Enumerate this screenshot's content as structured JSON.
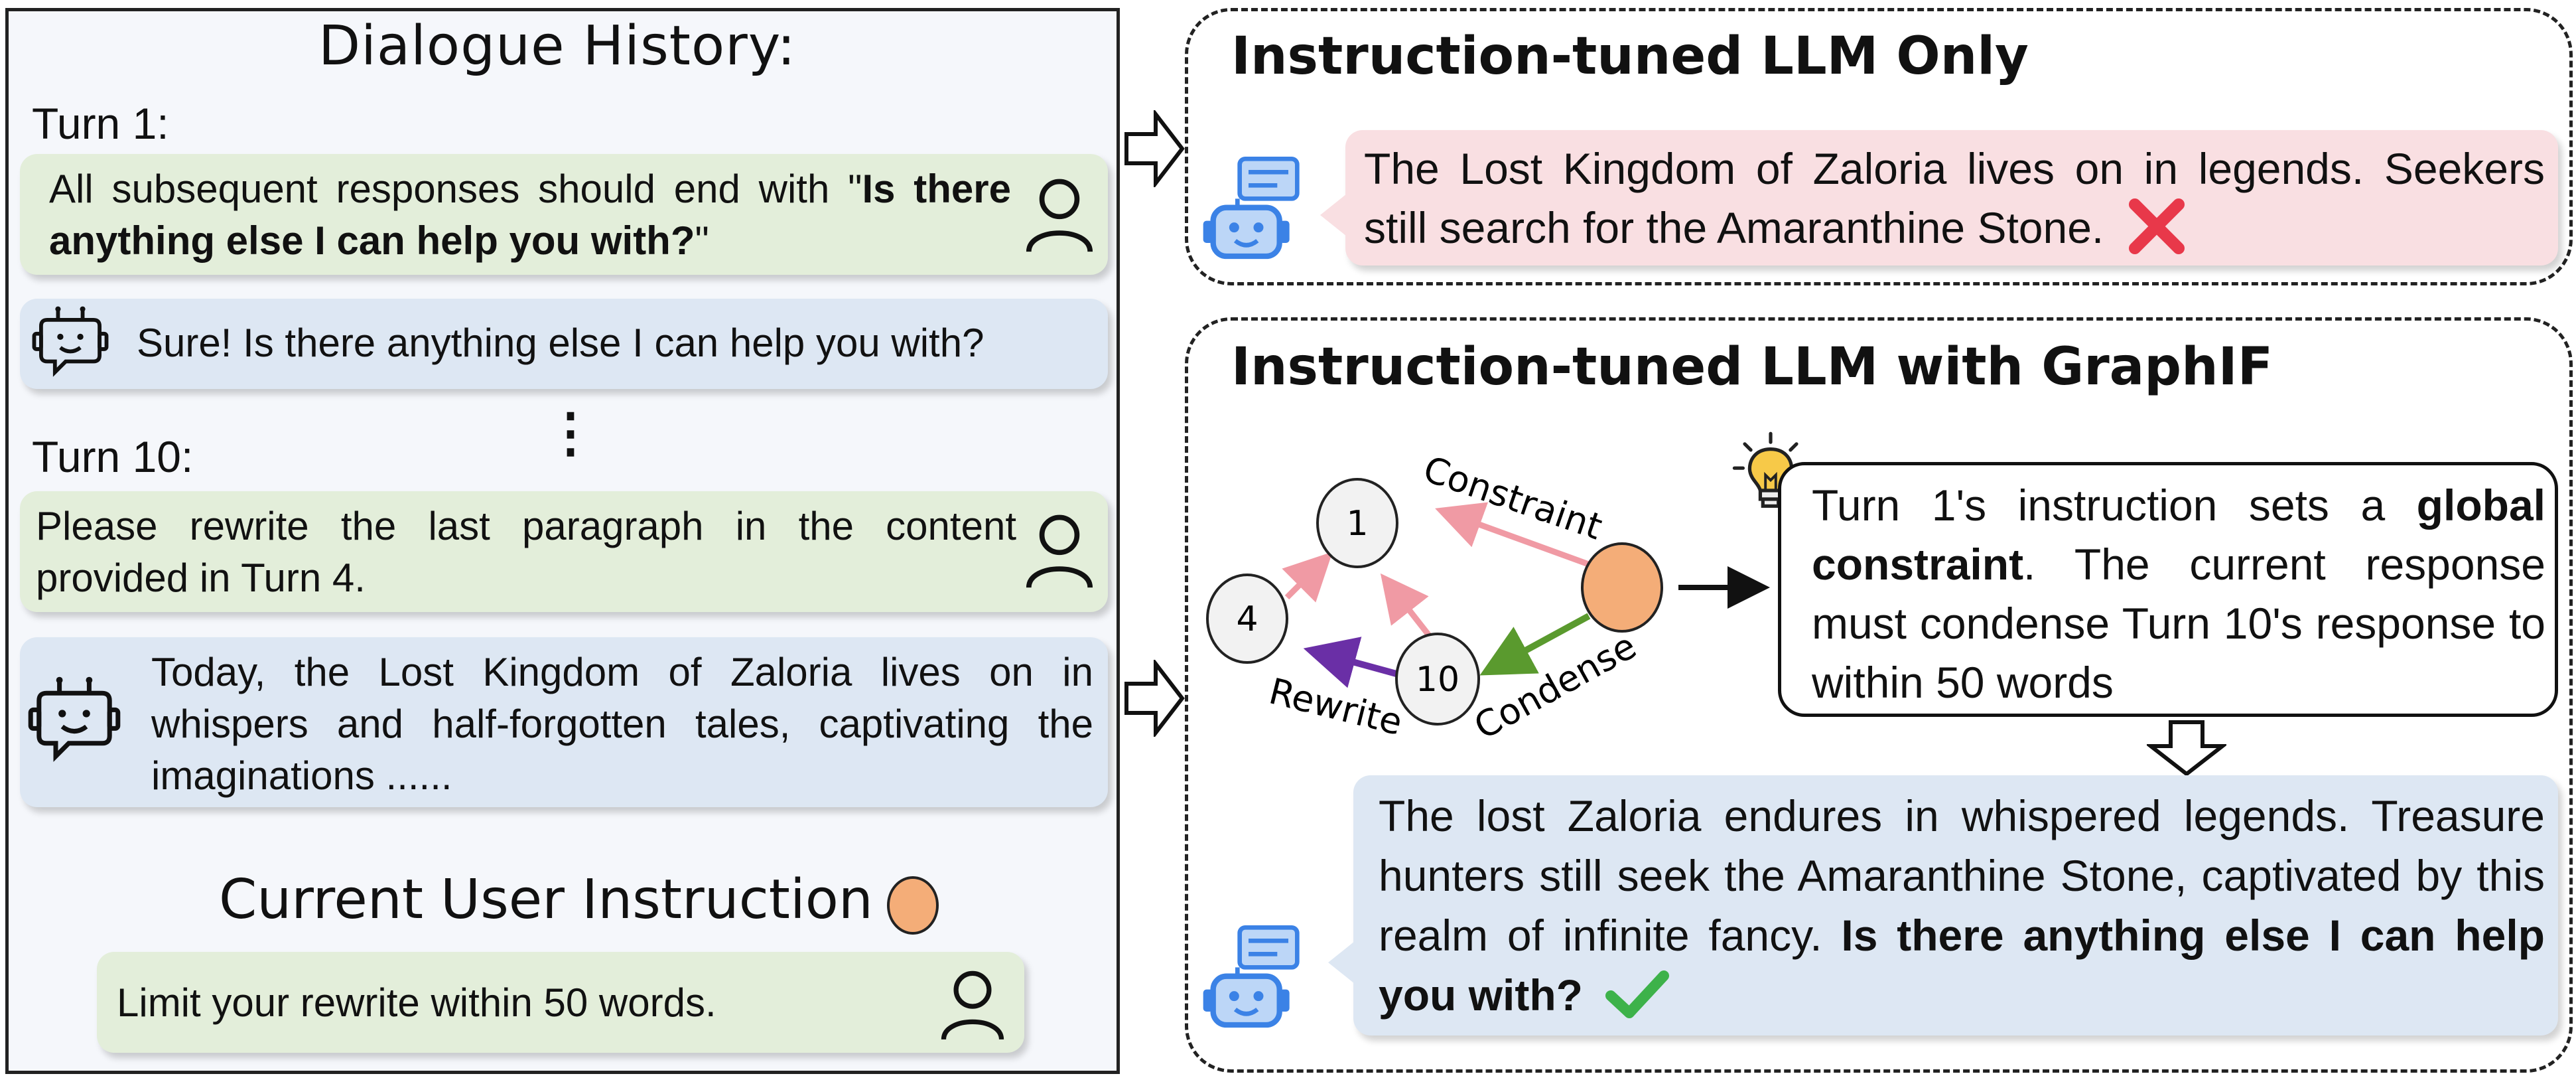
{
  "left": {
    "title": "Dialogue History:",
    "turn1_label": "Turn 1:",
    "turn1_user_plain": "All subsequent responses should end with \"",
    "turn1_user_bold": "Is there anything else I can help you with?",
    "turn1_user_end": "\"",
    "turn1_bot": "Sure! Is there anything else I can help you with?",
    "ellipsis": "⋮",
    "turn10_label": "Turn 10:",
    "turn10_user": "Please rewrite the last paragraph in the content provided in Turn 4.",
    "turn10_bot": "Today, the Lost Kingdom of Zaloria lives on in whispers and half-forgotten tales, captivating the imaginations ......",
    "current_title": "Current User Instruction",
    "current_instruction": "Limit your rewrite within 50 words."
  },
  "top_panel": {
    "title": "Instruction-tuned LLM Only",
    "response": "The Lost Kingdom of Zaloria lives on in legends. Seekers still search for the Amaranthine Stone."
  },
  "bottom_panel": {
    "title": "Instruction-tuned LLM with GraphIF",
    "graph": {
      "nodes": [
        "1",
        "4",
        "10"
      ],
      "edge_labels": {
        "constraint": "Constraint",
        "condense": "Condense",
        "rewrite": "Rewrite"
      }
    },
    "reasoning_pre": "Turn 1's instruction sets a ",
    "reasoning_bold": "global constraint",
    "reasoning_post": ". The current response must condense Turn 10's response to within 50 words",
    "response_plain": "The lost Zaloria endures in whispered legends. Treasure hunters still seek the Amaranthine Stone, captivated by this realm of infinite fancy. ",
    "response_bold": "Is there anything else I can help you with?"
  },
  "colors": {
    "green_bubble": "#e3eeda",
    "blue_bubble": "#dde7f3",
    "pink_bubble": "#f9dfe2",
    "current_node": "#f4ad78",
    "constraint_edge": "#f09aa4",
    "condense_edge": "#5a9a2e",
    "rewrite_edge": "#6a2fa6",
    "robot_blue": "#3b82e6",
    "cross_red": "#e8384a",
    "check_green": "#3db24a"
  },
  "icons": [
    "user-icon",
    "robot-icon",
    "lightbulb-icon",
    "cross-icon",
    "check-icon",
    "arrow-right-icon",
    "arrow-down-icon"
  ]
}
